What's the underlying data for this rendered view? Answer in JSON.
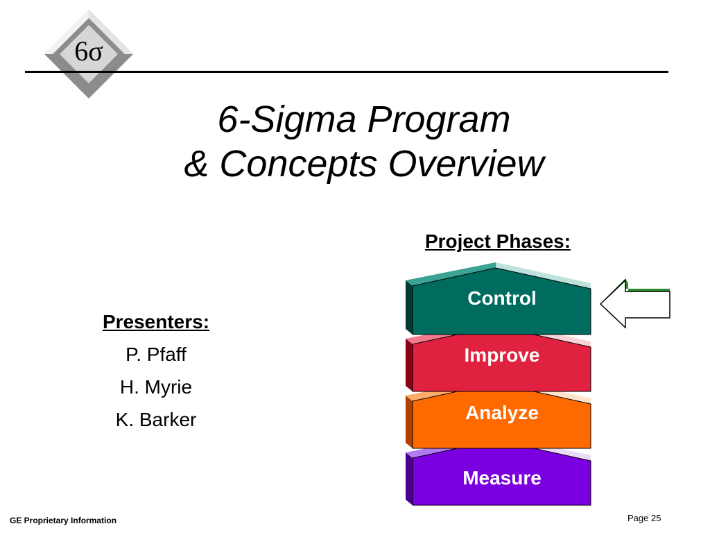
{
  "logo": {
    "text": "6σ"
  },
  "title": {
    "line1": "6-Sigma Program",
    "line2": "& Concepts Overview"
  },
  "presenters": {
    "heading": "Presenters:",
    "names": [
      "P. Pfaff",
      "H. Myrie",
      "K. Barker"
    ]
  },
  "phases": {
    "heading": "Project Phases:",
    "steps": [
      {
        "label": "Control",
        "color": "#006b5f"
      },
      {
        "label": "Improve",
        "color": "#e0213f"
      },
      {
        "label": "Analyze",
        "color": "#ff6a00"
      },
      {
        "label": "Measure",
        "color": "#7b00e0"
      }
    ],
    "indicator": {
      "icon": "left-arrow-icon",
      "points_to": "Control"
    }
  },
  "footer": {
    "left": "GE Proprietary Information",
    "page": "Page 25"
  },
  "colors": {
    "arrow_green": "#2e8b2e",
    "rule": "#000000"
  }
}
